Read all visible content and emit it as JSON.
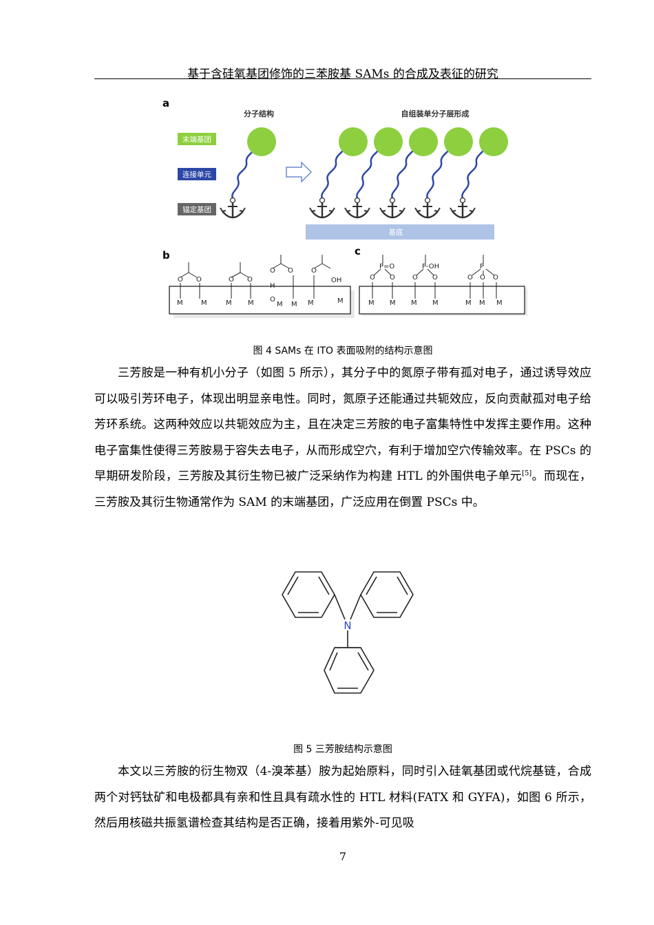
{
  "header": {
    "title": "基于含硅氧基团修饰的三苯胺基 SAMs 的合成及表征的研究"
  },
  "figure4": {
    "panel_a": "a",
    "panel_b": "b",
    "panel_c": "c",
    "molecule_title": "分子结构",
    "sam_title": "自组装单分子层形成",
    "terminal_group": "末端基团",
    "linker_unit": "连接单元",
    "anchor_group": "锚定基团",
    "substrate": "基底",
    "metal": "M",
    "oxygen": "O",
    "hydrogen": "H",
    "phosphorus": "P",
    "po_double": "P=O",
    "oh": "OH",
    "p_oh": "P-OH",
    "caption": "图 4 SAMs 在 ITO 表面吸附的结构示意图"
  },
  "paragraph1": {
    "text": "三芳胺是一种有机小分子（如图 5 所示），其分子中的氮原子带有孤对电子，通过诱导效应可以吸引芳环电子，体现出明显亲电性。同时，氮原子还能通过共轭效应，反向贡献孤对电子给芳环系统。这两种效应以共轭效应为主，且在决定三芳胺的电子富集特性中发挥主要作用。这种电子富集性使得三芳胺易于容失去电子，从而形成空穴，有利于增加空穴传输效率。在 PSCs 的早期研发阶段，三芳胺及其衍生物已被广泛采纳作为构建 HTL 的外围供电子单元",
    "ref": "[5]",
    "tail": "。而现在，三芳胺及其衍生物通常作为 SAM 的末端基团，广泛应用在倒置 PSCs 中。"
  },
  "figure5": {
    "atom": "N",
    "caption": "图 5 三芳胺结构示意图"
  },
  "paragraph2": {
    "text": "本文以三芳胺的衍生物双（4-溴苯基）胺为起始原料，同时引入硅氧基团或代烷基链，合成两个对钙钛矿和电极都具有亲和性且具有疏水性的 HTL 材料(FATX 和 GYFA)，如图 6 所示，然后用核磁共振氢谱检查其结构是否正确，接着用紫外-可见吸"
  },
  "footer": {
    "page_number": "7"
  }
}
